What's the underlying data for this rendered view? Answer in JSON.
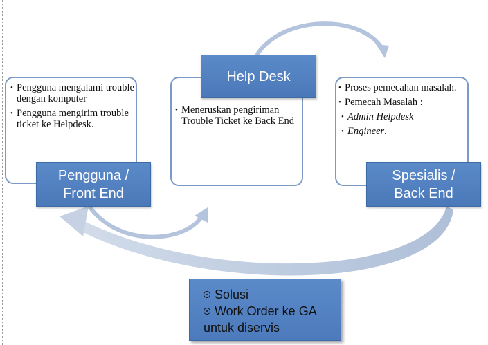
{
  "nodes": {
    "pengguna": {
      "label_line1": "Pengguna /",
      "label_line2": "Front End",
      "items": [
        "Pengguna mengalami trouble dengan komputer",
        "Pengguna mengirim trouble ticket ke Helpdesk."
      ]
    },
    "helpdesk": {
      "label": "Help Desk",
      "items": [
        "Meneruskan pengiriman Trouble Ticket ke Back End"
      ]
    },
    "spesialis": {
      "label_line1": "Spesialis /",
      "label_line2": "Back End",
      "items": [
        "Proses pemecahan masalah.",
        "Pemecah Masalah :"
      ],
      "sub_items": [
        "Admin Helpdesk",
        "Engineer."
      ],
      "sub_item_suffix": "."
    }
  },
  "solusi": {
    "line1": "Solusi",
    "line2": "Work Order ke GA",
    "line3": "untuk diservis"
  },
  "colors": {
    "accent_blue": "#4f7fc0",
    "panel_border": "#7b9bc6",
    "arrow": "#b8c7de"
  }
}
